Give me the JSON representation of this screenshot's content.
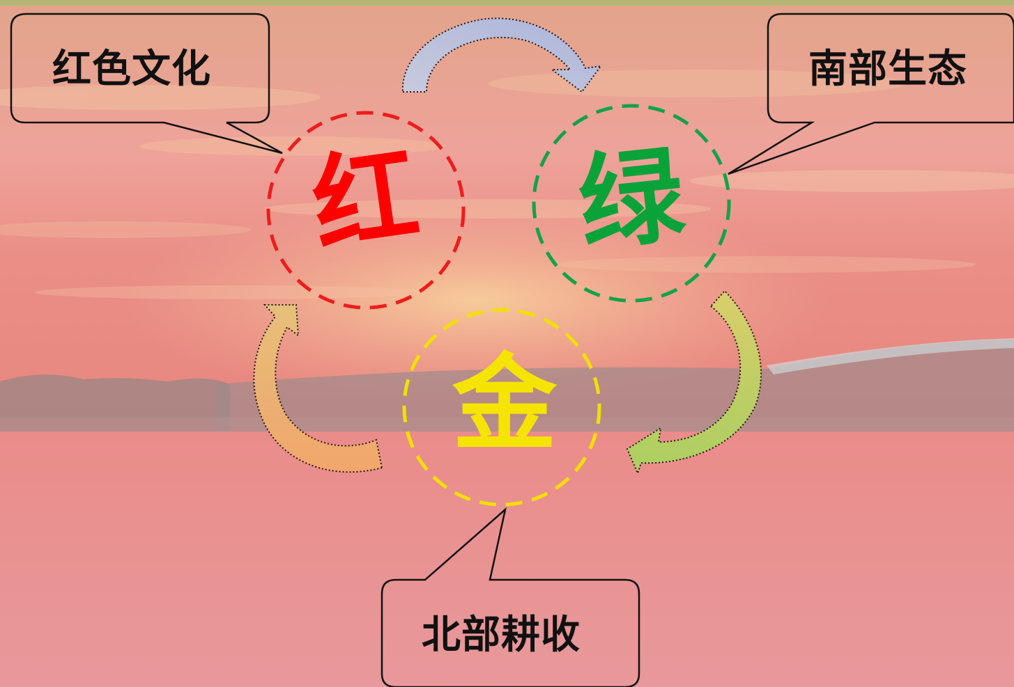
{
  "callouts": {
    "red": "红色文化",
    "green": "南部生态",
    "gold": "北部耕收"
  },
  "circles": {
    "red": {
      "char": "红",
      "color": "#ff0000"
    },
    "green": {
      "char": "绿",
      "color": "#0aa33a"
    },
    "gold": {
      "char": "金",
      "color": "#f5e400"
    }
  },
  "colors": {
    "sky_top": "#e9a493",
    "sky_mid": "#e88f84",
    "water": "#e79494",
    "arrow_top": "#b9c3e0",
    "arrow_right": "#c9d36a",
    "arrow_left": "#efa96a"
  }
}
